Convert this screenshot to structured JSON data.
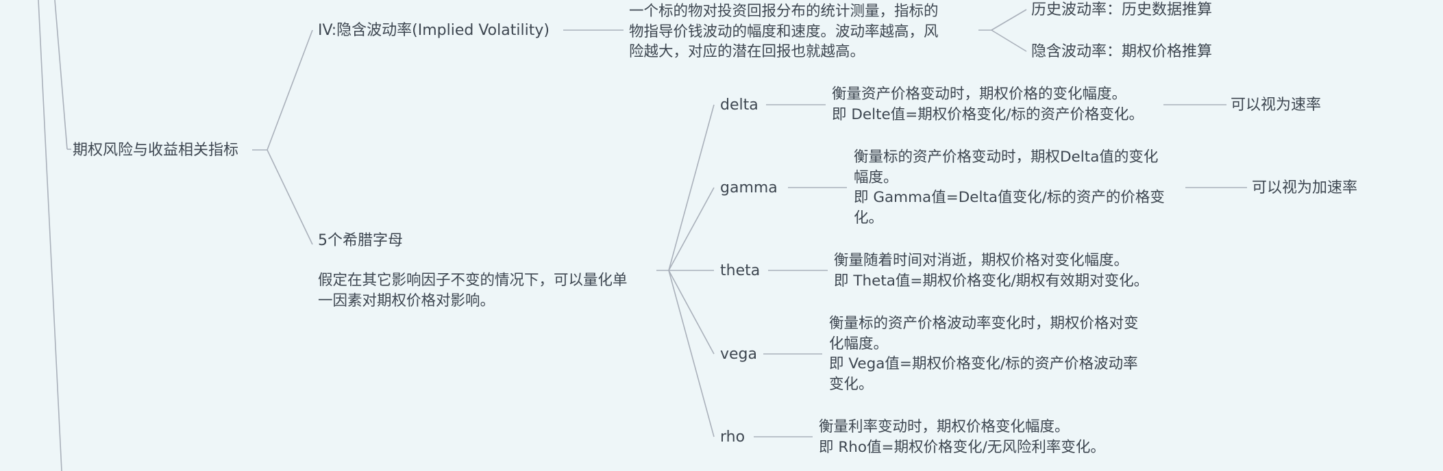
{
  "root_branch": {
    "label": "期权风险与收益相关指标"
  },
  "iv": {
    "label": "IV:隐含波动率(Implied Volatility)",
    "desc_lines": [
      "一个标的物对投资回报分布的统计测量，指标的",
      "物指导价钱波动的幅度和速度。波动率越高，风",
      "险越大，对应的潜在回报也就越高。"
    ],
    "children": [
      "历史波动率：历史数据推算",
      "隐含波动率：期权价格推算"
    ]
  },
  "greeks": {
    "title": "5个希腊字母",
    "desc_lines": [
      "假定在其它影响因子不变的情况下，可以量化单",
      "一因素对期权价格对影响。"
    ],
    "items": [
      {
        "name": "delta",
        "desc_lines": [
          "衡量资产价格变动时，期权价格的变化幅度。",
          "即 Delte值=期权价格变化/标的资产价格变化。"
        ],
        "note": "可以视为速率"
      },
      {
        "name": "gamma",
        "desc_lines": [
          "衡量标的资产价格变动时，期权Delta值的变化",
          "幅度。",
          "即 Gamma值=Delta值变化/标的资产的价格变",
          "化。"
        ],
        "note": "可以视为加速率"
      },
      {
        "name": "theta",
        "desc_lines": [
          "衡量随着时间对消逝，期权价格对变化幅度。",
          "即 Theta值=期权价格变化/期权有效期对变化。"
        ],
        "note": ""
      },
      {
        "name": "vega",
        "desc_lines": [
          "衡量标的资产价格波动率变化时，期权价格对变",
          "化幅度。",
          "即 Vega值=期权价格变化/标的资产价格波动率",
          "变化。"
        ],
        "note": ""
      },
      {
        "name": "rho",
        "desc_lines": [
          "衡量利率变动时，期权价格变化幅度。",
          "即 Rho值=期权价格变化/无风险利率变化。"
        ],
        "note": ""
      }
    ]
  }
}
